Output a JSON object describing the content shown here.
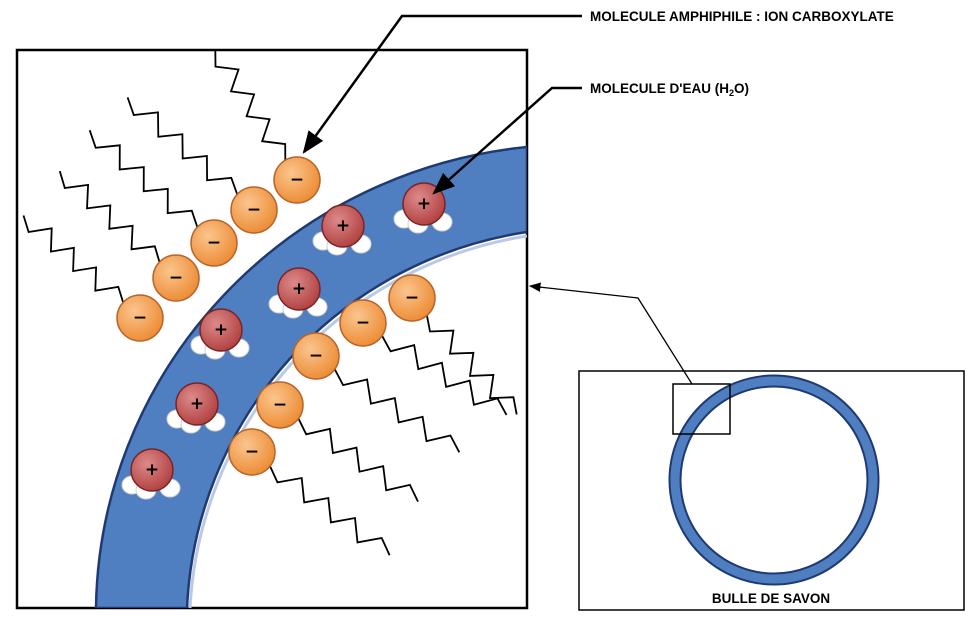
{
  "labels": {
    "amphiphile": "MOLECULE AMPHIPHILE : ION CARBOXYLATE",
    "water_prefix": "MOLECULE D'EAU (H",
    "water_sub": "2",
    "water_suffix": "O)",
    "bubble": "BULLE DE SAVON"
  },
  "symbols": {
    "carboxylate_charge": "−",
    "water_charge": "+"
  },
  "colors": {
    "film_fill": "#4f7fc0",
    "film_stroke": "#1f3a73",
    "head_fill": "#f0903a",
    "head_stroke": "#b8642a",
    "water_fill": "#b94a4a",
    "water_stroke": "#7a2424",
    "hydrogen_fill": "#ffffff",
    "line": "#000000"
  }
}
